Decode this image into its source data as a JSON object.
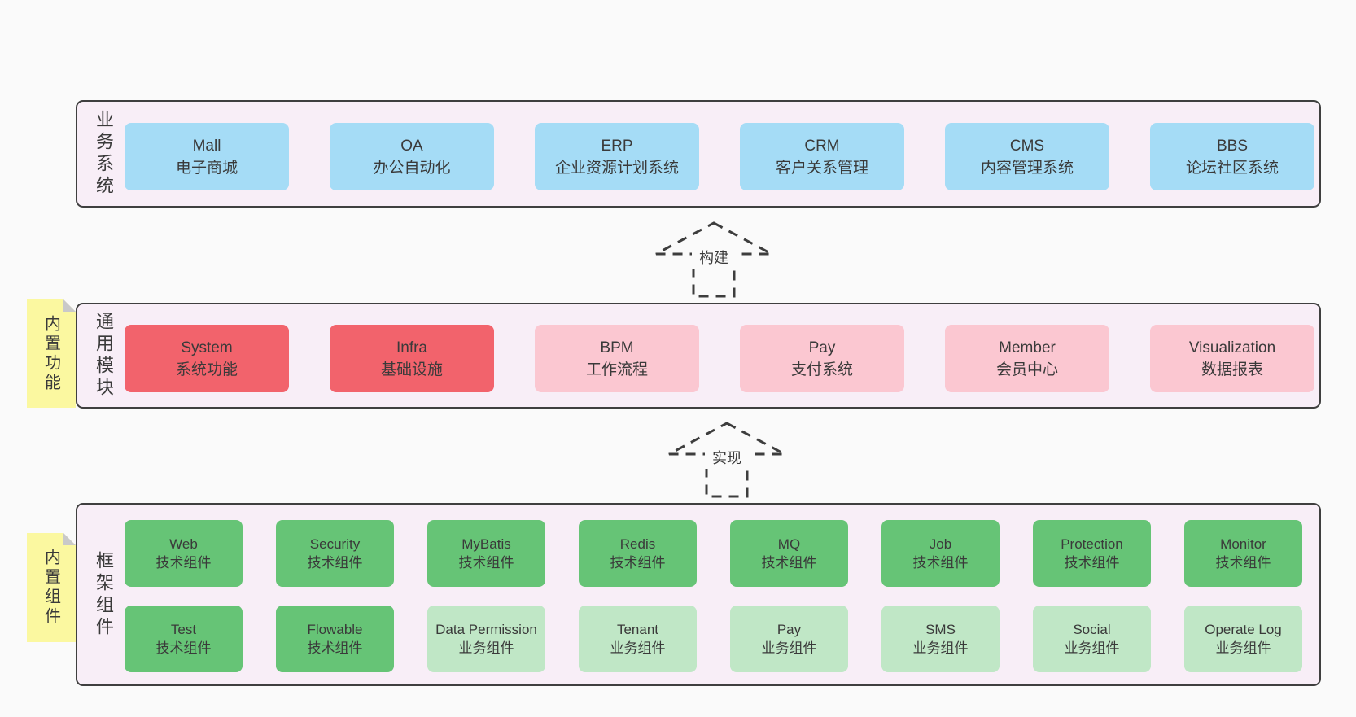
{
  "colors": {
    "page_bg": "#fafafa",
    "panel_bg": "#f8eef7",
    "panel_border": "#3f3f3f",
    "blue_box": "#a5dcf6",
    "red_box": "#f2636c",
    "pink_box": "#fbc7d1",
    "green_box": "#66c476",
    "light_green_box": "#c0e7c6",
    "note_yellow": "#fbf8a0",
    "note_fold_gray": "#c9c9c9",
    "text": "#3a3a3a"
  },
  "arrows": [
    {
      "label": "构建"
    },
    {
      "label": "实现"
    }
  ],
  "layers": [
    {
      "label": "业务系统",
      "note": null,
      "boxes": [
        {
          "name": "Mall",
          "subtitle": "电子商城"
        },
        {
          "name": "OA",
          "subtitle": "办公自动化"
        },
        {
          "name": "ERP",
          "subtitle": "企业资源计划系统"
        },
        {
          "name": "CRM",
          "subtitle": "客户关系管理"
        },
        {
          "name": "CMS",
          "subtitle": "内容管理系统"
        },
        {
          "name": "BBS",
          "subtitle": "论坛社区系统"
        }
      ]
    },
    {
      "label": "通用模块",
      "note": "内置功能",
      "boxes": [
        {
          "name": "System",
          "subtitle": "系统功能"
        },
        {
          "name": "Infra",
          "subtitle": "基础设施"
        },
        {
          "name": "BPM",
          "subtitle": "工作流程"
        },
        {
          "name": "Pay",
          "subtitle": "支付系统"
        },
        {
          "name": "Member",
          "subtitle": "会员中心"
        },
        {
          "name": "Visualization",
          "subtitle": "数据报表"
        }
      ]
    },
    {
      "label": "框架组件",
      "note": "内置组件",
      "rows": [
        [
          {
            "name": "Web",
            "subtitle": "技术组件"
          },
          {
            "name": "Security",
            "subtitle": "技术组件"
          },
          {
            "name": "MyBatis",
            "subtitle": "技术组件"
          },
          {
            "name": "Redis",
            "subtitle": "技术组件"
          },
          {
            "name": "MQ",
            "subtitle": "技术组件"
          },
          {
            "name": "Job",
            "subtitle": "技术组件"
          },
          {
            "name": "Protection",
            "subtitle": "技术组件"
          },
          {
            "name": "Monitor",
            "subtitle": "技术组件"
          }
        ],
        [
          {
            "name": "Test",
            "subtitle": "技术组件"
          },
          {
            "name": "Flowable",
            "subtitle": "技术组件"
          },
          {
            "name": "Data Permission",
            "subtitle": "业务组件"
          },
          {
            "name": "Tenant",
            "subtitle": "业务组件"
          },
          {
            "name": "Pay",
            "subtitle": "业务组件"
          },
          {
            "name": "SMS",
            "subtitle": "业务组件"
          },
          {
            "name": "Social",
            "subtitle": "业务组件"
          },
          {
            "name": "Operate Log",
            "subtitle": "业务组件"
          }
        ]
      ]
    }
  ]
}
